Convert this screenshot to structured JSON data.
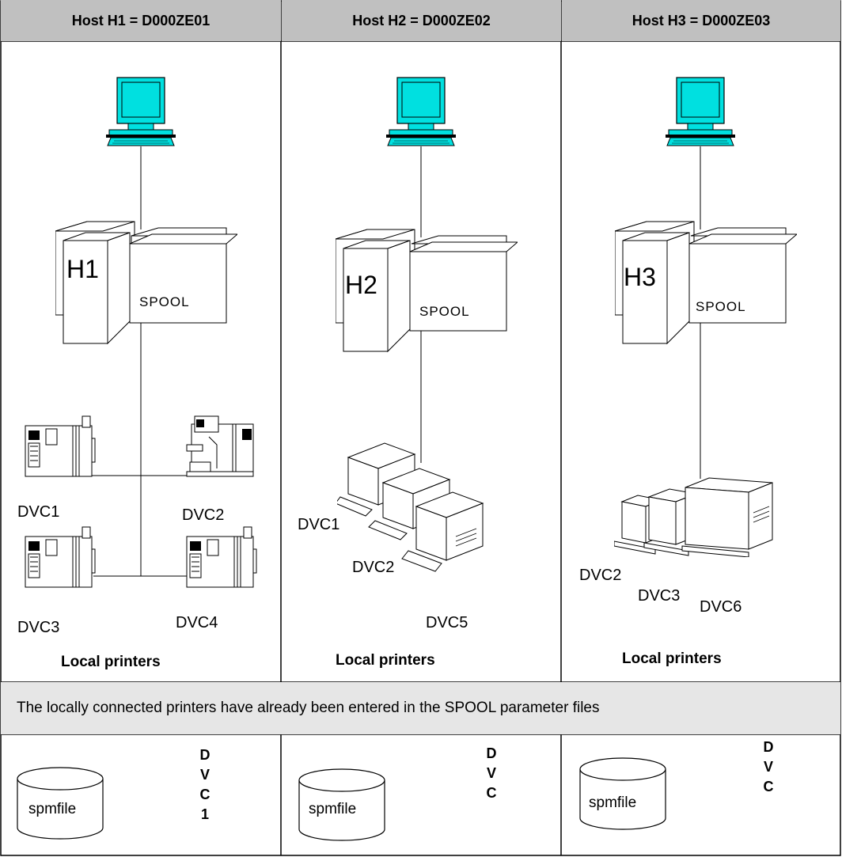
{
  "hosts": [
    {
      "header": "Host H1 = D000ZE01",
      "mainframe_label": "H1",
      "spool_label": "SPOOL",
      "printers": [
        "DVC1",
        "DVC2",
        "DVC3",
        "DVC4"
      ],
      "local_printers_label": "Local printers",
      "disk_label": "spmfile",
      "disk_side_text": [
        "D",
        "V",
        "C",
        "1"
      ]
    },
    {
      "header": "Host H2 = D000ZE02",
      "mainframe_label": "H2",
      "spool_label": "SPOOL",
      "printers": [
        "DVC1",
        "DVC2",
        "DVC5"
      ],
      "local_printers_label": "Local printers",
      "disk_label": "spmfile",
      "disk_side_text": [
        "D",
        "V",
        "C"
      ]
    },
    {
      "header": "Host H3 = D000ZE03",
      "mainframe_label": "H3",
      "spool_label": "SPOOL",
      "printers": [
        "DVC2",
        "DVC3",
        "DVC6"
      ],
      "local_printers_label": "Local printers",
      "disk_label": "spmfile",
      "disk_side_text": [
        "D",
        "V",
        "C"
      ]
    }
  ],
  "note": "The locally connected printers have already been entered in the SPOOL parameter files",
  "icons": [
    "terminal-icon",
    "mainframe-icon",
    "printer-icon",
    "disk-icon"
  ],
  "colors": {
    "header_bg": "#c0c0c0",
    "note_bg": "#e6e6e6",
    "terminal": "#00e0e0"
  }
}
